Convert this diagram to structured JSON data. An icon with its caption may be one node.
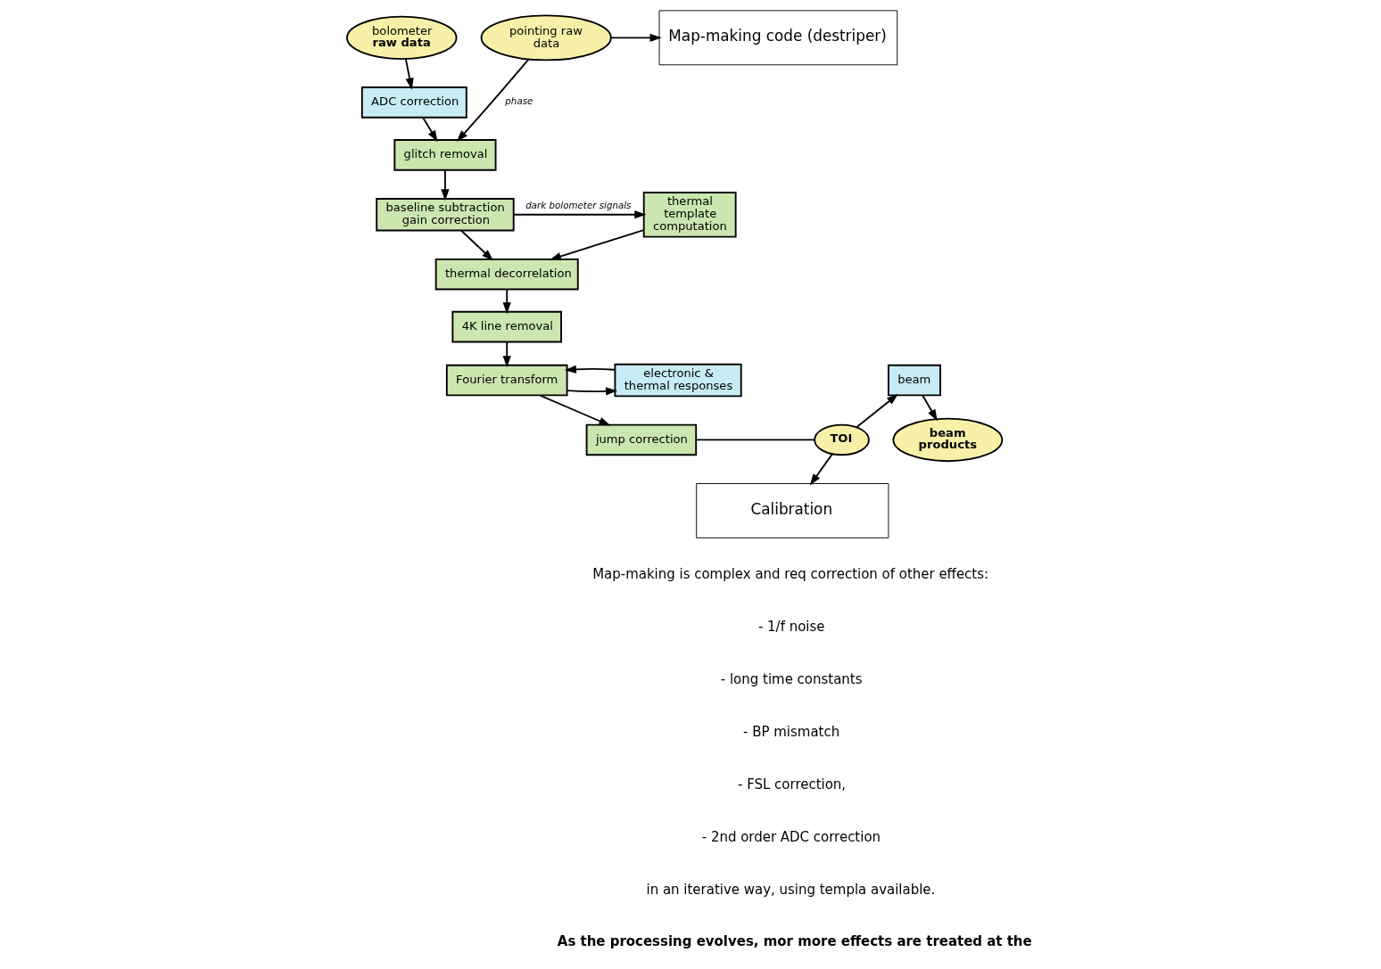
{
  "diagram": {
    "nodes": [
      {
        "text": [
          "bolometer",
          "raw data"
        ]
      },
      {
        "text": [
          "pointing raw data"
        ]
      },
      {
        "text": [
          "ADC correction"
        ]
      },
      {
        "text": [
          "glitch removal"
        ]
      },
      {
        "text": [
          "baseline subtraction gain correction"
        ]
      },
      {
        "text": [
          "thermal template computation"
        ]
      },
      {
        "text": [
          "thermal decorrelation"
        ]
      },
      {
        "text": [
          "4K line removal"
        ]
      },
      {
        "text": [
          "Fourier transform"
        ]
      },
      {
        "text": [
          "electronic & thermal responses"
        ]
      },
      {
        "text": [
          "jump correction"
        ]
      },
      {
        "text": [
          "TOI"
        ]
      },
      {
        "text": [
          "beam"
        ]
      },
      {
        "text": [
          "beam products"
        ]
      },
      {
        "text": [
          "Map-making code (destriper)"
        ]
      },
      {
        "text": [
          "Calibration"
        ]
      }
    ],
    "edges": [
      {
        "from": 0,
        "to": 2,
        "arrow": "to"
      },
      {
        "from": 2,
        "to": 3,
        "arrow": "to"
      },
      {
        "from": 1,
        "to": 3,
        "arrow": "to",
        "label": "phase"
      },
      {
        "from": 3,
        "to": 4,
        "arrow": "to"
      },
      {
        "from": 4,
        "to": 5,
        "arrow": "to",
        "label": "dark bolometer signals"
      },
      {
        "from": 4,
        "to": 6,
        "arrow": "to"
      },
      {
        "from": 5,
        "to": 6,
        "arrow": "to"
      },
      {
        "from": 6,
        "to": 7,
        "arrow": "to"
      },
      {
        "from": 7,
        "to": 8,
        "arrow": "to"
      },
      {
        "from": 8,
        "to": 9,
        "arrow": "to"
      },
      {
        "from": 9,
        "to": 8,
        "arrow": "to"
      },
      {
        "from": 8,
        "to": 10,
        "arrow": "to"
      },
      {
        "from": 10,
        "to": 11,
        "arrow": "none"
      },
      {
        "from": 11,
        "to": 12,
        "arrow": "to"
      },
      {
        "from": 12,
        "to": 13,
        "arrow": "to"
      },
      {
        "from": 1,
        "to": 14,
        "arrow": "to"
      },
      {
        "from": 11,
        "to": 15,
        "arrow": "to"
      }
    ],
    "labels": [
      "Map-making is complex and req correction of other effects:",
      "- 1/f noise",
      "- long time constants",
      "- BP mismatch",
      "- FSL correction,",
      "- 2nd order ADC correction",
      "in an iterative way, using templa available.",
      "As the processing evolves, mor more effects are treated at the"
    ]
  }
}
